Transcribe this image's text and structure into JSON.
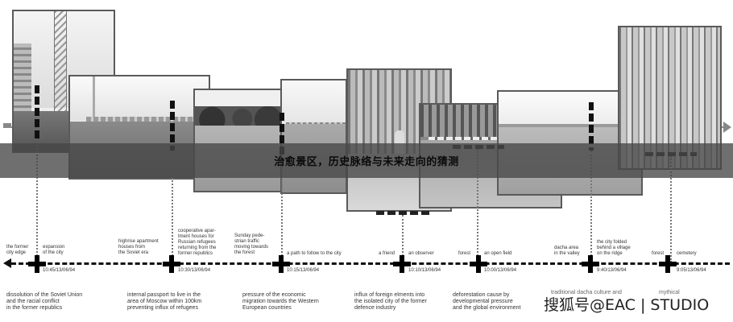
{
  "overlay": {
    "title": "治愈景区，历史脉络与未来走向的猜测"
  },
  "photos": [
    {
      "id": "crane-construction",
      "alt": "construction crane"
    },
    {
      "id": "highrise-field",
      "alt": "highrise apartments across field"
    },
    {
      "id": "forest-field",
      "alt": "field with forest edge"
    },
    {
      "id": "path-to-city",
      "alt": "path toward the city"
    },
    {
      "id": "friend-in-forest",
      "alt": "person standing in forest"
    },
    {
      "id": "observer-view",
      "alt": "view from forest edge"
    },
    {
      "id": "open-field",
      "alt": "open field landscape"
    },
    {
      "id": "cemetery-forest",
      "alt": "tall forest near cemetery"
    }
  ],
  "timeline": {
    "stops": [
      {
        "left": "the former\ncity edge",
        "right": "expansion\nof the city",
        "time": "10:45/13/06/94"
      },
      {
        "left": "highrise apartment\nhouses from\nthe Soviet era",
        "right": "cooperative apar-\ntment houses for\nRussian refugees\nreturning from the\nformer republics",
        "time": "10:30/13/06/94"
      },
      {
        "left": "Sunday pede-\nstrian traffic\nmoving towards\nthe forest",
        "right": "a path to follow to the city",
        "time": "10:15/13/06/94"
      },
      {
        "left": "a friend",
        "right": "an observer",
        "time": "10:10/13/06/94"
      },
      {
        "left": "forest",
        "right": "an open field",
        "time": "10:00/13/06/94"
      },
      {
        "left": "dacha area\nin the valley",
        "right": "the city folded\nbehind a village\non the ridge",
        "time": "9:40/13/06/94"
      },
      {
        "left": "forest",
        "right": "cemetery",
        "time": "9:05/13/06/94"
      }
    ]
  },
  "descriptions": [
    "dissolution of the Soviet Union\nand the racial conflict\nin the former republics",
    "internal passport to live in the\narea of Moscow within 100km\npreventing influx of refugees",
    "pressure of the economic\nmigration towards the Western\nEuropean countries",
    "influx of foreign elments into\nthe isolated city of the former\ndefence industry",
    "deforestation cause by\ndevelopmental pressure\nand the global environment",
    "traditional dacha culture and",
    "mythical"
  ],
  "watermark": {
    "text": "搜狐号@EAC | STUDIO"
  },
  "colors": {
    "band": "#464646",
    "frame": "#5a5a5a",
    "ink": "#111111"
  }
}
